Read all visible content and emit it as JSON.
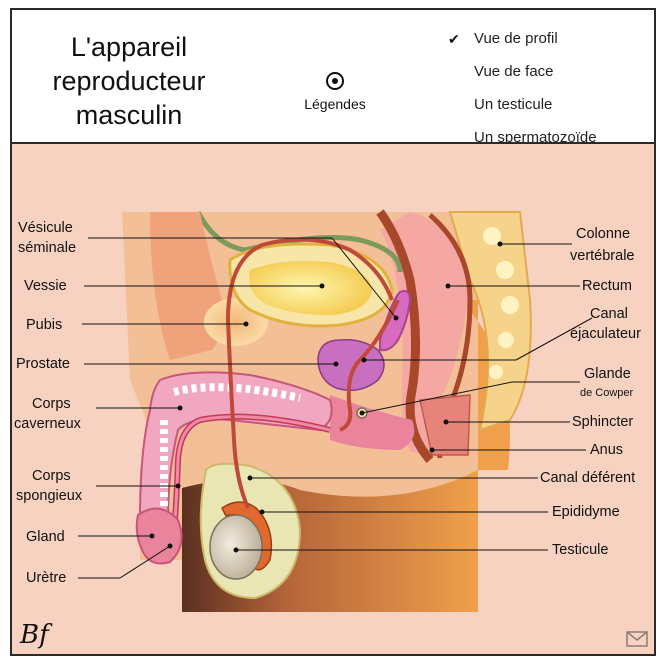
{
  "title_lines": [
    "L'appareil",
    "reproducteur",
    "masculin"
  ],
  "legend_toggle": {
    "label": "Légendes",
    "icon": "radio-selected-icon"
  },
  "views": [
    {
      "label": "Vue de profil",
      "selected": true,
      "icon": "checkmark-icon"
    },
    {
      "label": "Vue de face",
      "selected": false
    },
    {
      "label": "Un testicule",
      "selected": false
    },
    {
      "label": "Un spermatozoïde",
      "selected": false
    }
  ],
  "labels_left": {
    "vesicule": [
      "Vésicule",
      "séminale"
    ],
    "vessie": "Vessie",
    "pubis": "Pubis",
    "prostate": "Prostate",
    "corps_caverneux": [
      "Corps",
      "caverneux"
    ],
    "corps_spongieux": [
      "Corps",
      "spongieux"
    ],
    "gland": "Gland",
    "uretre": "Urètre"
  },
  "labels_right": {
    "colonne": [
      "Colonne",
      "vertébrale"
    ],
    "rectum": "Rectum",
    "canal_ejac": [
      "Canal",
      "éjaculateur"
    ],
    "glande_cowper": [
      "Glande",
      "de Cowper"
    ],
    "sphincter": "Sphincter",
    "anus": "Anus",
    "canal_deferent": "Canal déférent",
    "epididyme": "Epididyme",
    "testicule": "Testicule"
  },
  "brand": "Bf",
  "mail_icon": "envelope-icon",
  "colors": {
    "background": "#f8d2c0",
    "skin": "#f2bf97",
    "pink": "#e9849c",
    "bladder": "#f6d26a",
    "prostate": "#c96fc0",
    "rectum_dark": "#a9472a",
    "rectum_fill": "#f5a7a4",
    "spine": "#f6d38a",
    "orange": "#f0a04a"
  }
}
